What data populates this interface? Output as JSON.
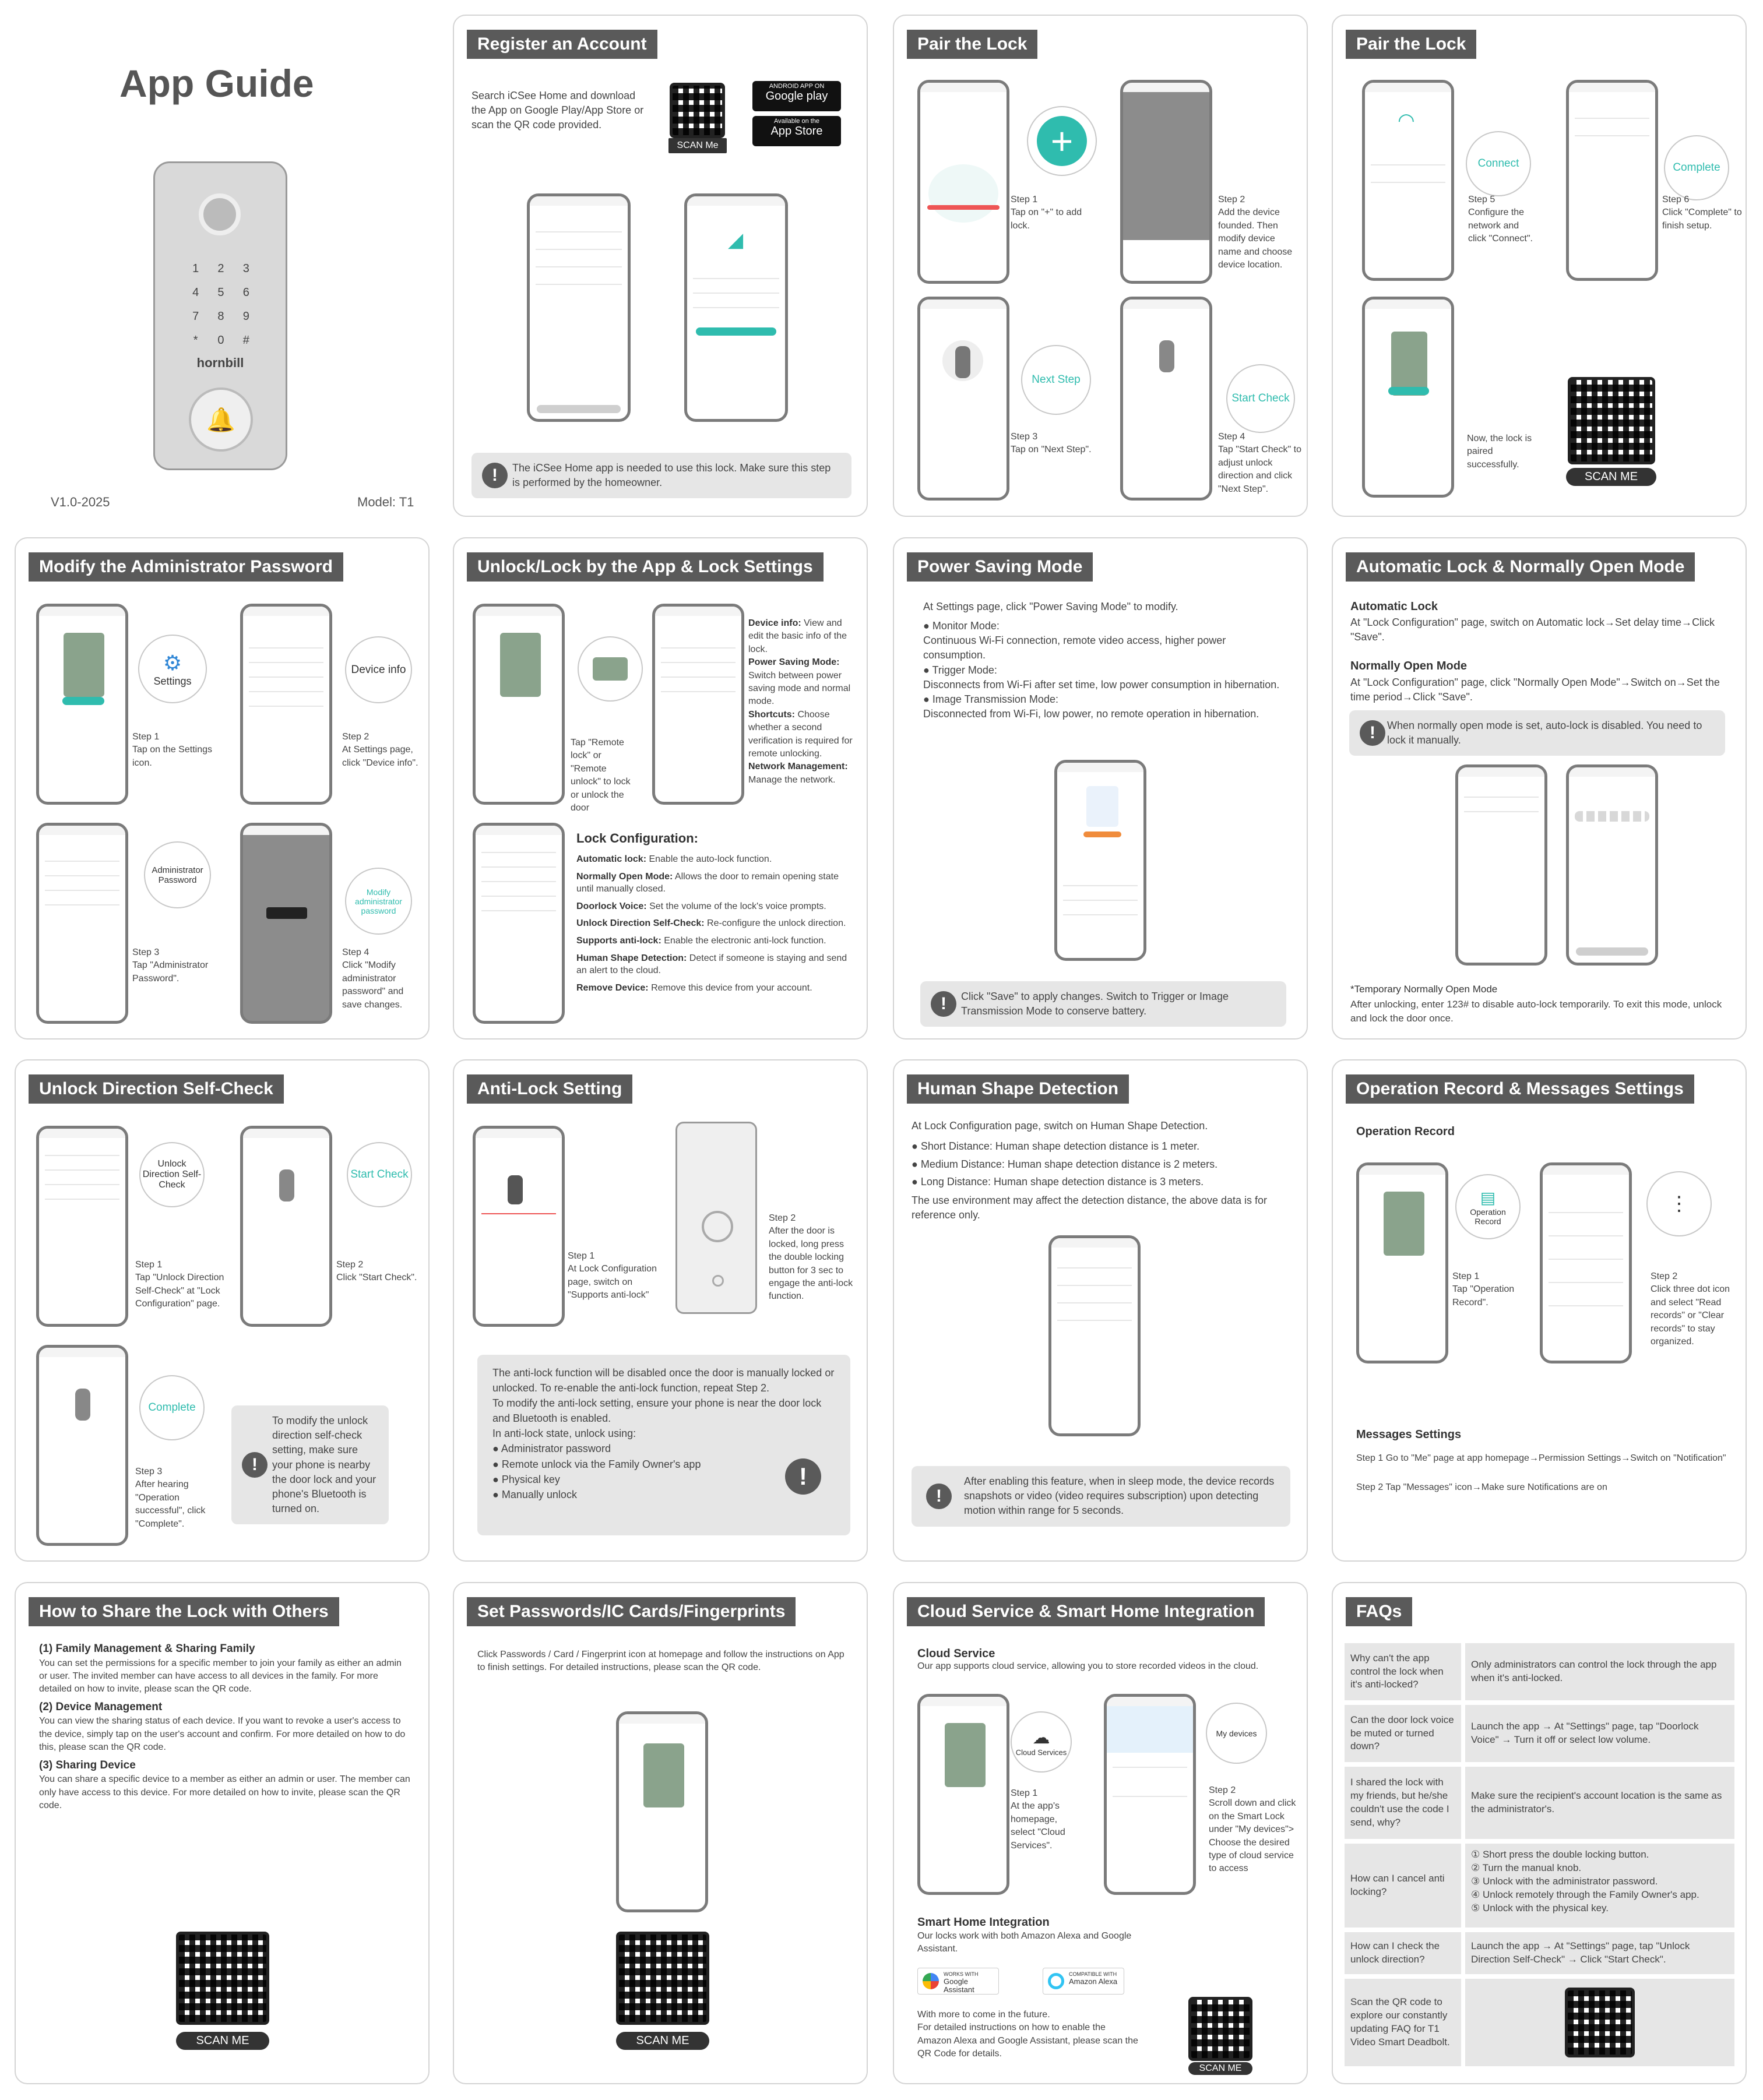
{
  "cover": {
    "title": "App Guide",
    "version": "V1.0-2025",
    "model": "Model: T1",
    "brand": "hornbill",
    "keypad": [
      "1",
      "2",
      "3",
      "4",
      "5",
      "6",
      "7",
      "8",
      "9",
      "*",
      "0",
      "#"
    ]
  },
  "p1": {
    "title": "Register an Account",
    "text": "Search iCSee Home and download the App on Google Play/App Store or scan the QR code provided.",
    "scan": "SCAN Me",
    "google_small": "ANDROID APP ON",
    "google": "Google play",
    "apple_small": "Available on the",
    "apple": "App Store",
    "note": "The iCSee Home app is needed to use this lock. Make sure this step is performed by the homeowner."
  },
  "p2": {
    "title": "Pair the Lock",
    "s1": "Step 1\nTap on \"+\" to add lock.",
    "s2": "Step 2\nAdd the device founded. Then modify device name and choose device location.",
    "s3": "Step 3\nTap on \"Next Step\".",
    "s4": "Step 4\nTap \"Start Check\" to adjust unlock direction and click \"Next Step\".",
    "c_next": "Next Step",
    "c_start": "Start Check"
  },
  "p3": {
    "title": "Pair the Lock",
    "s5": "Step 5\nConfigure the network and click \"Connect\".",
    "s6": "Step 6\nClick \"Complete\" to finish setup.",
    "c_connect": "Connect",
    "c_complete": "Complete",
    "done": "Now, the lock is paired successfully.",
    "scan": "SCAN ME"
  },
  "p4": {
    "title": "Modify the Administrator Password",
    "c_settings": "Settings",
    "c_device": "Device info",
    "c_admin": "Administrator Password",
    "c_modify": "Modify administrator password",
    "s1": "Step 1\nTap on the Settings icon.",
    "s2": "Step 2\nAt Settings page, click \"Device info\".",
    "s3": "Step 3\nTap \"Administrator Password\".",
    "s4": "Step 4\nClick \"Modify administrator password\" and save changes."
  },
  "p5": {
    "title": "Unlock/Lock by the App & Lock Settings",
    "tap": "Tap \"Remote lock\" or \"Remote unlock\" to lock or unlock the door",
    "device_h": "Device info:",
    "device_t": " View and edit the basic info of the lock.",
    "power_h": "Power Saving Mode:",
    "power_t": " Switch between power saving mode and normal mode.",
    "short_h": "Shortcuts:",
    "short_t": " Choose whether a second verification is required for remote unlocking.",
    "net_h": "Network Management:",
    "net_t": " Manage the network.",
    "lc_title": "Lock Configuration:",
    "lc": [
      {
        "h": "Automatic lock:",
        "t": " Enable the auto-lock function."
      },
      {
        "h": "Normally Open Mode:",
        "t": " Allows the door to remain opening state until manually closed."
      },
      {
        "h": "Doorlock Voice:",
        "t": " Set the volume of the lock's voice prompts."
      },
      {
        "h": "Unlock Direction Self-Check:",
        "t": " Re-configure the unlock direction."
      },
      {
        "h": "Supports anti-lock:",
        "t": " Enable the electronic anti-lock function."
      },
      {
        "h": "Human Shape Detection:",
        "t": " Detect if someone is staying and send an alert to the cloud."
      },
      {
        "h": "Remove Device:",
        "t": " Remove this device from your account."
      }
    ]
  },
  "p6": {
    "title": "Power Saving Mode",
    "intro": "At Settings page, click \"Power Saving Mode\" to modify.",
    "m1": "● Monitor Mode:",
    "m1t": "Continuous Wi-Fi connection, remote video access, higher power consumption.",
    "m2": "● Trigger Mode:",
    "m2t": "Disconnects from Wi-Fi after set time, low power consumption in hibernation.",
    "m3": "● Image Transmission Mode:",
    "m3t": "Disconnected from Wi-Fi, low power, no remote operation in hibernation.",
    "note": "Click \"Save\" to apply changes. Switch to Trigger or Image Transmission Mode to conserve battery."
  },
  "p7": {
    "title": "Automatic Lock & Normally Open Mode",
    "a_h": "Automatic Lock",
    "a_t": "At \"Lock Configuration\" page, switch on Automatic lock→Set delay time→Click \"Save\".",
    "n_h": "Normally Open Mode",
    "n_t": "At \"Lock Configuration\" page, click \"Normally Open Mode\"→Switch on→Set the time period→Click \"Save\".",
    "note": "When normally open mode is set, auto-lock is disabled. You need to lock it manually.",
    "t_h": "*Temporary Normally Open Mode",
    "t_t": "After unlocking, enter 123# to disable auto-lock temporarily. To exit this mode, unlock and lock the door once."
  },
  "p8": {
    "title": "Unlock Direction Self-Check",
    "c1": "Unlock Direction Self-Check",
    "c2": "Start Check",
    "c3": "Complete",
    "s1": "Step 1\nTap \"Unlock Direction Self-Check\" at \"Lock Configuration\" page.",
    "s2": "Step 2\nClick \"Start Check\".",
    "s3": "Step 3\nAfter hearing \"Operation successful\", click \"Complete\".",
    "note": "To modify the unlock direction self-check setting, make sure your phone is nearby the door lock and your phone's Bluetooth is turned on."
  },
  "p9": {
    "title": "Anti-Lock Setting",
    "s1": "Step 1\nAt Lock Configuration page, switch on \"Supports anti-lock\"",
    "s2": "Step 2\nAfter the door is locked, long press the double locking button for 3 sec to engage the anti-lock function.",
    "note1": "The anti-lock function will be disabled once the door is manually locked or unlocked. To re-enable the anti-lock function, repeat Step 2.",
    "note2": "To modify the anti-lock setting, ensure your phone is near the door lock and Bluetooth is enabled.",
    "note3": "In anti-lock state, unlock using:",
    "items": [
      "● Administrator password",
      "● Remote unlock via the Family Owner's app",
      "● Physical key",
      "● Manually unlock"
    ]
  },
  "p10": {
    "title": "Human Shape Detection",
    "intro": "At Lock Configuration page, switch on Human Shape Detection.",
    "d1": "● Short Distance: Human shape detection distance is 1 meter.",
    "d2": "● Medium Distance: Human shape detection distance is 2 meters.",
    "d3": "● Long Distance: Human shape detection distance is 3 meters.",
    "env": "The use environment may affect the detection distance, the above data is for reference only.",
    "note": "After enabling this feature, when in sleep mode, the device records snapshots or video (video requires subscription) upon detecting motion within range for 5 seconds."
  },
  "p11": {
    "title": "Operation Record & Messages Settings",
    "or_h": "Operation Record",
    "c1": "Operation Record",
    "s1": "Step 1\nTap \"Operation Record\".",
    "s2": "Step 2\nClick three dot icon and select \"Read records\" or \"Clear records\" to stay organized.",
    "ms_h": "Messages Settings",
    "m1": "Step 1 Go to \"Me\" page at app homepage→Permission Settings→Switch on \"Notification\"",
    "m2": "Step 2 Tap \"Messages\" icon→Make sure Notifications are on"
  },
  "p12": {
    "title": "How to Share the Lock with Others",
    "h1": "(1) Family Management & Sharing Family",
    "t1": "You can set the permissions for a specific member to join your family as either an admin or user. The invited member can have access to all devices in the family. For more detailed on how to invite, please scan the QR code.",
    "h2": "(2) Device Management",
    "t2": "You can view the sharing status of each device. If you want to revoke a user's access to the device, simply tap on the user's account and confirm. For more detailed on how to do this, please scan the QR code.",
    "h3": "(3) Sharing Device",
    "t3": "You can share a specific device to a member as either an admin or user. The member can only have access to this device. For more detailed on how to invite, please scan the QR code.",
    "scan": "SCAN ME"
  },
  "p13": {
    "title": "Set Passwords/IC Cards/Fingerprints",
    "text": "Click Passwords / Card / Fingerprint icon at homepage and follow the instructions on App to finish settings. For detailed instructions, please scan the QR code.",
    "scan": "SCAN ME"
  },
  "p14": {
    "title": "Cloud Service & Smart Home Integration",
    "cs_h": "Cloud Service",
    "cs_t": "Our app supports cloud service, allowing you to store recorded videos in the cloud.",
    "c1": "Cloud Services",
    "c2": "My devices",
    "s1": "Step 1\nAt the app's homepage, select \"Cloud Services\".",
    "s2": "Step 2\nScroll down and click on the Smart Lock under \"My devices\"> Choose the desired type of cloud service to access",
    "sh_h": "Smart Home Integration",
    "sh_t": "Our locks work with both Amazon Alexa and Google Assistant.",
    "ga_small": "WORKS WITH",
    "ga": "Google Assistant",
    "al_small": "COMPATIBLE WITH",
    "al": "Amazon Alexa",
    "more": "With more to come in the future.\nFor detailed instructions on how to enable the Amazon Alexa and Google Assistant, please scan the QR Code for details.",
    "scan": "SCAN ME"
  },
  "p15": {
    "title": "FAQs",
    "faqs": [
      {
        "q": "Why can't the app control the lock when it's anti-locked?",
        "a": "Only administrators can control the lock through the app when it's anti-locked."
      },
      {
        "q": "Can the door lock voice be muted or turned down?",
        "a": "Launch the app → At \"Settings\" page, tap \"Doorlock Voice\" → Turn it off or select low volume."
      },
      {
        "q": "I shared the lock with my friends, but he/she couldn't use the code I send, why?",
        "a": "Make sure the recipient's account location is the same as the administrator's."
      },
      {
        "q": "How can I cancel anti locking?",
        "a": "① Short press the double locking button.\n② Turn the manual knob.\n③ Unlock with the administrator password.\n④ Unlock remotely through the Family Owner's app.\n⑤ Unlock with the physical key."
      },
      {
        "q": "How can I check the unlock direction?",
        "a": "Launch the app → At \"Settings\" page, tap \"Unlock Direction Self-Check\" → Click \"Start Check\"."
      },
      {
        "q": "Scan the QR code to explore our constantly updating FAQ for T1 Video Smart Deadbolt.",
        "a": ""
      }
    ]
  }
}
